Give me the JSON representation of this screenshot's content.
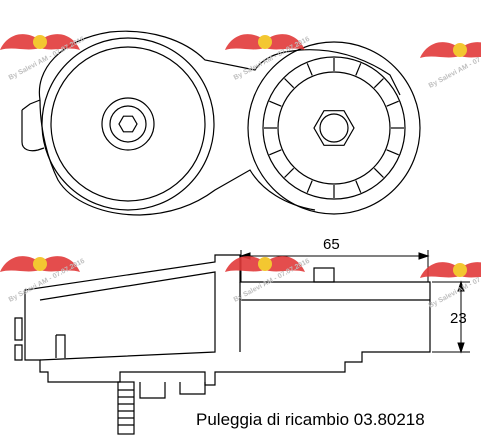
{
  "caption": "Puleggia di ricambio 03.80218",
  "dimensions": {
    "width_label": "65",
    "height_label": "23"
  },
  "watermark": {
    "text": "By Salevi AM - 07.07.2016"
  },
  "colors": {
    "line": "#000000",
    "watermark_red": "#e23a3a",
    "watermark_yellow": "#f2c21b",
    "watermark_text": "#b8b8b8"
  }
}
